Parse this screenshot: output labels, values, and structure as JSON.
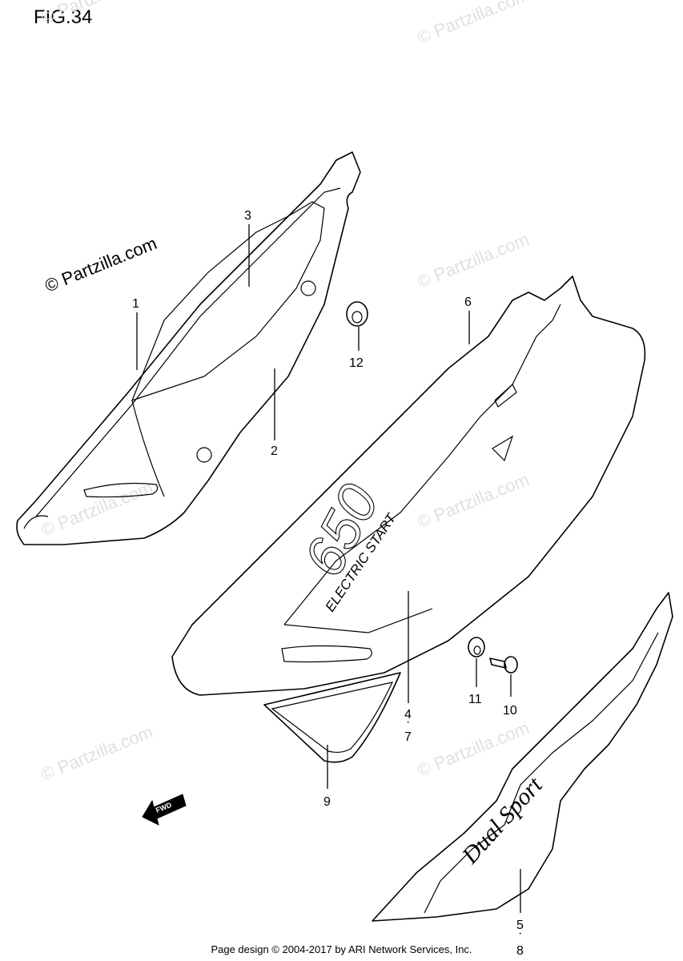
{
  "figure": {
    "title": "FIG.34"
  },
  "footer": {
    "text": "Page design © 2004-2017 by ARI Network Services, Inc."
  },
  "watermark": {
    "text": "© Partzilla.com"
  },
  "decals": {
    "model": "650",
    "subtitle": "ELECTRIC START",
    "badge": "Dual Sport",
    "arrow": "FWD"
  },
  "callouts": [
    {
      "label": "1"
    },
    {
      "label": "2"
    },
    {
      "label": "3"
    },
    {
      "label": "4"
    },
    {
      "label": "7"
    },
    {
      "label": "5"
    },
    {
      "label": "8"
    },
    {
      "label": "6"
    },
    {
      "label": "9"
    },
    {
      "label": "10"
    },
    {
      "label": "11"
    },
    {
      "label": "12"
    }
  ]
}
